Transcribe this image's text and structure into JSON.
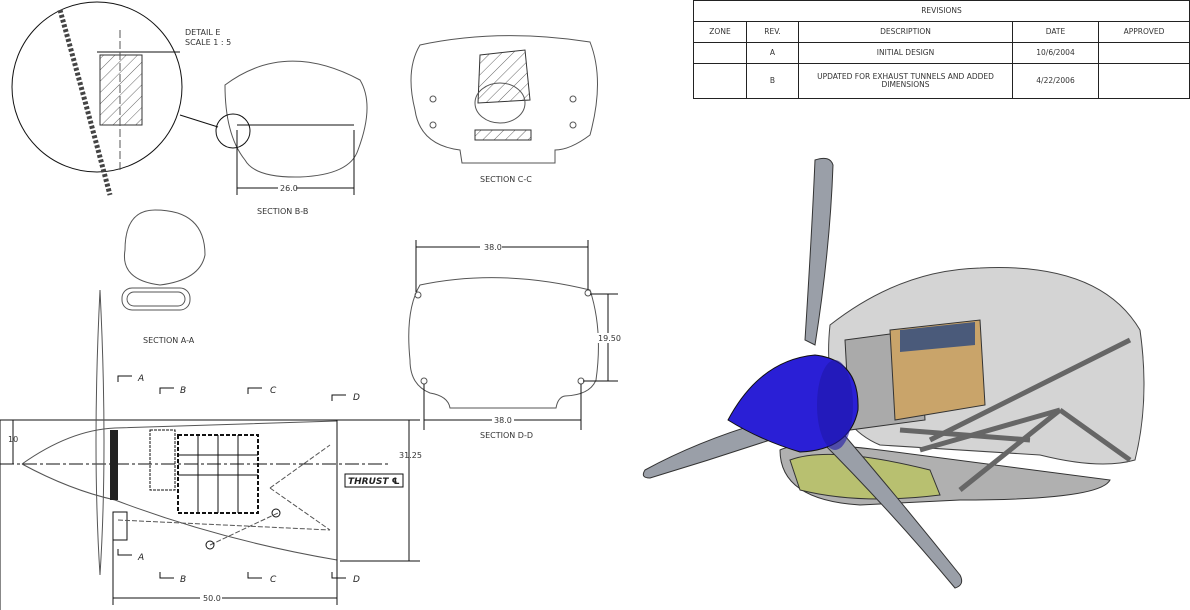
{
  "revisions": {
    "title": "REVISIONS",
    "headers": [
      "ZONE",
      "REV.",
      "DESCRIPTION",
      "DATE",
      "APPROVED"
    ],
    "rows": [
      {
        "zone": "",
        "rev": "A",
        "description": "INITIAL DESIGN",
        "date": "10/6/2004",
        "approved": ""
      },
      {
        "zone": "",
        "rev": "B",
        "description": "UPDATED FOR EXHAUST TUNNELS AND ADDED DIMENSIONS",
        "date": "4/22/2006",
        "approved": ""
      }
    ]
  },
  "detail": {
    "label": "DETAIL E",
    "scale": "SCALE 1 : 5"
  },
  "section_bb": {
    "label": "SECTION B-B",
    "dim_width": "26.0"
  },
  "section_cc": {
    "label": "SECTION C-C"
  },
  "section_aa": {
    "label": "SECTION A-A"
  },
  "section_dd": {
    "label": "SECTION D-D",
    "dim_top": "38.0",
    "dim_height": "19.50",
    "dim_bottom": "38.0"
  },
  "side_view": {
    "dim_offset": "10",
    "dim_height": "31.25",
    "dim_length": "50.0",
    "thrust_label": "THRUST ℄",
    "cut_labels": [
      "A",
      "B",
      "C",
      "D"
    ]
  },
  "colors": {
    "spinner": "#2a1fd6",
    "cowl": "#c8c8c8",
    "blade": "#9a9fa8",
    "engine": "#c9a46a",
    "duct": "#b8c070"
  }
}
